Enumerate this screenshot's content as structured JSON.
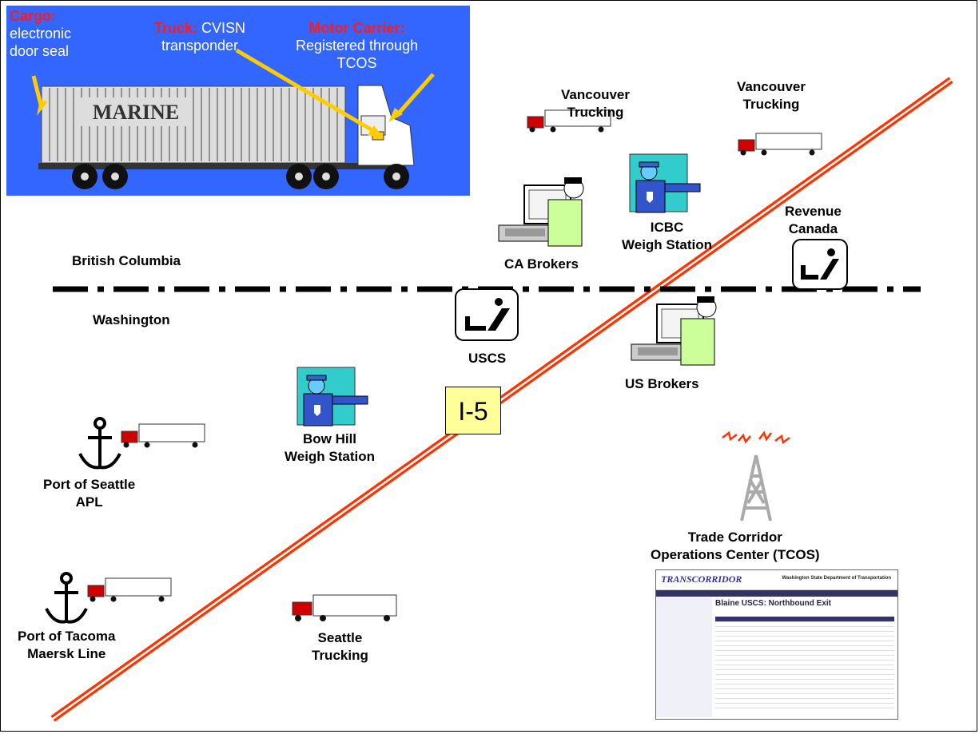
{
  "banner": {
    "cargo_title": "Cargo:",
    "cargo_l1": "electronic",
    "cargo_l2": "door seal",
    "truck_title": "Truck:",
    "truck_l1": "CVISN",
    "truck_l2": "transponder",
    "carrier_title": "Motor Carrier:",
    "carrier_l1": "Registered through",
    "carrier_l2": "TCOS",
    "container_text": "MARINE"
  },
  "regions": {
    "north": "British Columbia",
    "south": "Washington"
  },
  "highway": "I-5",
  "nodes": {
    "vancouver1_l1": "Vancouver",
    "vancouver1_l2": "Trucking",
    "vancouver2_l1": "Vancouver",
    "vancouver2_l2": "Trucking",
    "icbc_l1": "ICBC",
    "icbc_l2": "Weigh Station",
    "revenue_l1": "Revenue",
    "revenue_l2": "Canada",
    "ca_brokers": "CA Brokers",
    "uscs": "USCS",
    "us_brokers": "US Brokers",
    "bowhill_l1": "Bow Hill",
    "bowhill_l2": "Weigh Station",
    "seattle_l1": "Port of Seattle",
    "seattle_l2": "APL",
    "tacoma_l1": "Port of Tacoma",
    "tacoma_l2": "Maersk Line",
    "seattle_trucking_l1": "Seattle",
    "seattle_trucking_l2": "Trucking",
    "tcos_l1": "Trade Corridor",
    "tcos_l2": "Operations Center (TCOS)"
  },
  "screen": {
    "logo": "TRANSCORRIDOR",
    "agency": "Washington State Department of Transportation",
    "title": "Blaine USCS: Northbound Exit"
  },
  "colors": {
    "banner": "#3366ff",
    "highway": "#ff3300",
    "label_red": "#ff1a1a",
    "i5_box": "#ffff99"
  }
}
